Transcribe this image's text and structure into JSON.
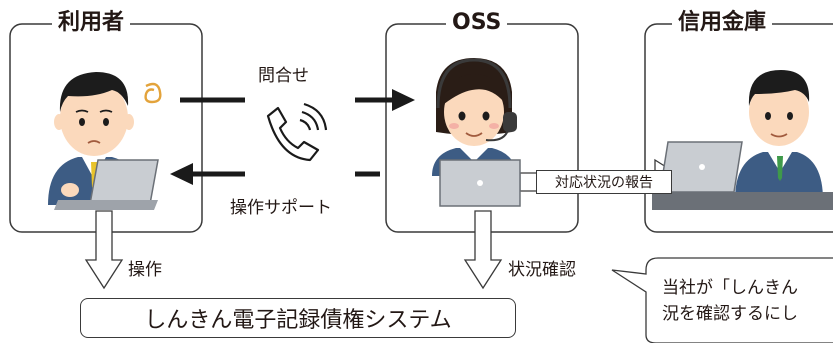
{
  "panels": {
    "user_title": "利用者",
    "oss_title": "OSS",
    "bank_title": "信用金庫"
  },
  "labels": {
    "inquiry": "問合せ",
    "support": "操作サポート",
    "report": "対応状況の報告",
    "operation": "操作",
    "status_check": "状況確認",
    "system": "しんきん電子記録債権システム"
  },
  "note": {
    "line1": "当社が「しんきん",
    "line2": "況を確認するにし"
  }
}
